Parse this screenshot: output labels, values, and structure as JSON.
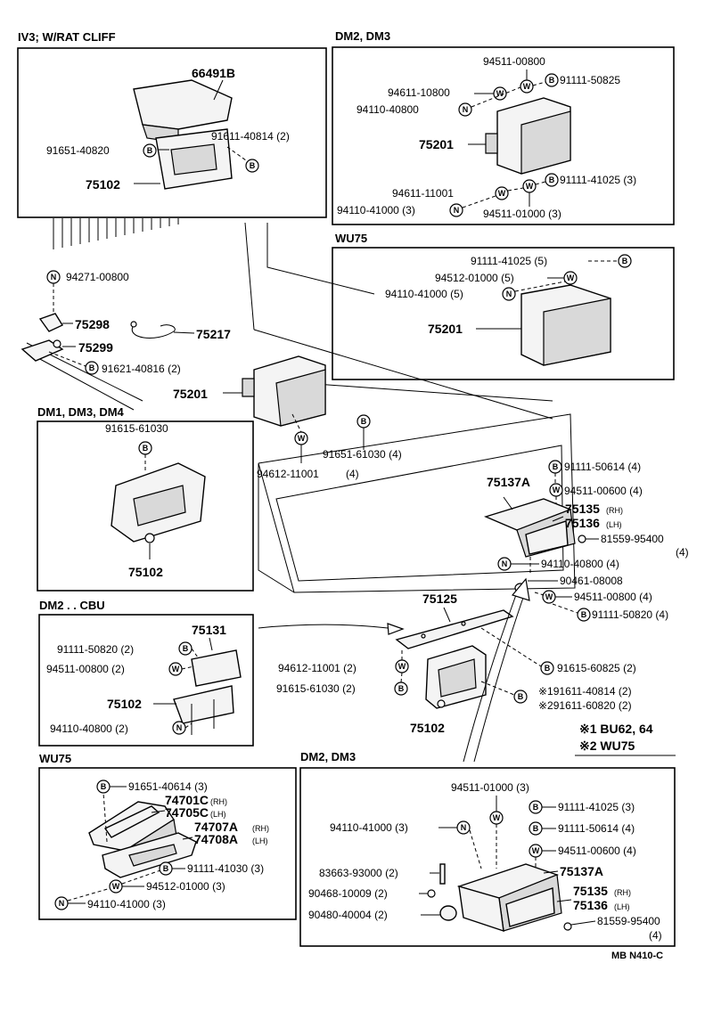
{
  "sections": {
    "iv3": "IV3; W/RAT CLIFF",
    "dm2dm3_top": "DM2, DM3",
    "wu75_top": "WU75",
    "dm1dm3dm4": "DM1, DM3, DM4",
    "dm2cbu": "DM2 . . CBU",
    "wu75_bottom": "WU75",
    "dm2dm3_bottom": "DM2, DM3"
  },
  "symbols": {
    "bolt": "B",
    "washer": "W",
    "nut": "N"
  },
  "labels": {
    "p66491B": "66491B",
    "p91651_40820": "91651-40820",
    "p91611_40814_2": "91611-40814 (2)",
    "p75102_a": "75102",
    "p94511_00800_a": "94511-00800",
    "p94611_10800": "94611-10800",
    "p91111_50825": "91111-50825",
    "p94110_40800_a": "94110-40800",
    "p75201_a": "75201",
    "p94611_11001": "94611-11001",
    "p91111_41025_3a": "91111-41025 (3)",
    "p94110_41000_3a": "94110-41000 (3)",
    "p94511_01000_3a": "94511-01000 (3)",
    "p91111_41025_5": "91111-41025 (5)",
    "p94512_01000_5": "94512-01000 (5)",
    "p94110_41000_5": "94110-41000 (5)",
    "p75201_b": "75201",
    "p94271_00800": "94271-00800",
    "p75298": "75298",
    "p75217": "75217",
    "p75299": "75299",
    "p91621_40816_2": "91621-40816 (2)",
    "p75201_c": "75201",
    "p91651_61030_4": "91651-61030 (4)",
    "p94612_11001_4": "94612-11001",
    "p94612_11001_4q": "(4)",
    "p91615_61030": "91615-61030",
    "p75102_b": "75102",
    "p91111_50614_4": "91111-50614 (4)",
    "p75137A_a": "75137A",
    "p94511_00600_4": "94511-00600 (4)",
    "p75135_a": "75135",
    "p75135_a_s": "(RH)",
    "p75136_a": "75136",
    "p75136_a_s": "(LH)",
    "p81559_95400_a": "81559-95400",
    "p81559_95400_aq": "(4)",
    "p94110_40800_4": "94110-40800 (4)",
    "p90461_08008": "90461-08008",
    "p94511_00800_4": "94511-00800 (4)",
    "p91111_50820_4": "91111-50820 (4)",
    "p75131": "75131",
    "p91111_50820_2": "91111-50820 (2)",
    "p94511_00800_2": "94511-00800 (2)",
    "p75102_c": "75102",
    "p94110_40800_2": "94110-40800 (2)",
    "p75125": "75125",
    "p94612_11001_2": "94612-11001 (2)",
    "p91615_61030_2": "91615-61030 (2)",
    "p91615_60825_2": "91615-60825 (2)",
    "p91611_40814_2b": "※191611-40814 (2)",
    "p91611_60820_2": "※291611-60820 (2)",
    "p75102_d": "75102",
    "note1": "※1 BU62, 64",
    "note2": "※2 WU75",
    "p91651_40614_3": "91651-40614 (3)",
    "p74701C": "74701C",
    "p74701C_s": "(RH)",
    "p74705C": "74705C",
    "p74705C_s": "(LH)",
    "p74707A": "74707A",
    "p74707A_s": "(RH)",
    "p74708A": "74708A",
    "p74708A_s": "(LH)",
    "p91111_41030_3": "91111-41030 (3)",
    "p94512_01000_3": "94512-01000 (3)",
    "p94110_41000_3b": "94110-41000 (3)",
    "p94511_01000_3b": "94511-01000 (3)",
    "p94110_41000_3c": "94110-41000 (3)",
    "p91111_41025_3b": "91111-41025 (3)",
    "p91111_50614_4b": "91111-50614 (4)",
    "p94511_00600_4b": "94511-00600 (4)",
    "p83663_93000_2": "83663-93000 (2)",
    "p75137A_b": "75137A",
    "p90468_10009_2": "90468-10009 (2)",
    "p75135_b": "75135",
    "p75135_b_s": "(RH)",
    "p75136_b": "75136",
    "p75136_b_s": "(LH)",
    "p90480_40004_2": "90480-40004 (2)",
    "p81559_95400_b": "81559-95400",
    "p81559_95400_bq": "(4)",
    "code": "MB N410-C"
  }
}
